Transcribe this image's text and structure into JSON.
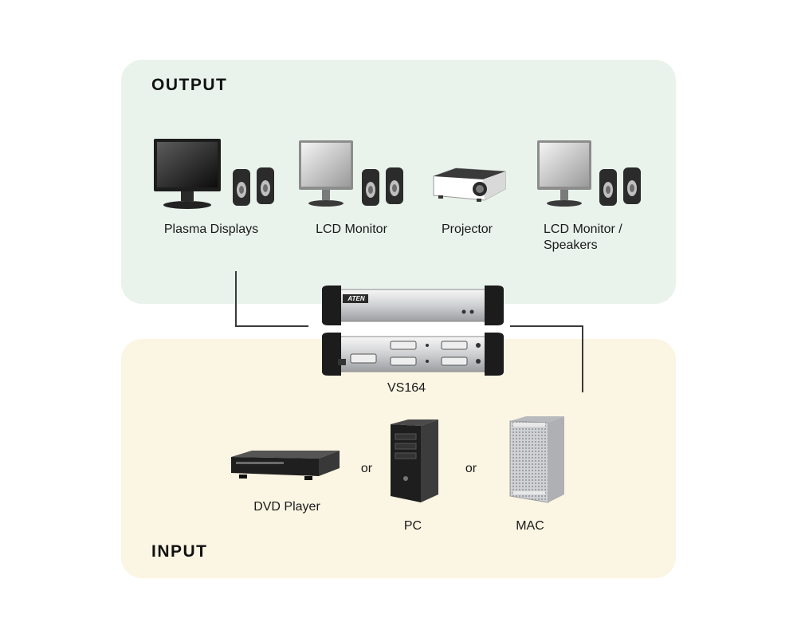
{
  "output": {
    "heading": "OUTPUT",
    "devices": [
      {
        "label": "Plasma Displays"
      },
      {
        "label": "LCD Monitor"
      },
      {
        "label": "Projector"
      },
      {
        "label_line1": "LCD Monitor /",
        "label_line2": "Speakers"
      }
    ]
  },
  "switch": {
    "brand": "ATEN",
    "model": "VS164"
  },
  "input": {
    "heading": "INPUT",
    "devices": [
      {
        "label": "DVD Player"
      },
      {
        "label": "PC"
      },
      {
        "label": "MAC"
      }
    ],
    "separator": "or"
  },
  "colors": {
    "output_panel": "#e9f3ec",
    "input_panel": "#fbf5e3",
    "connector_line": "#3a3a3a"
  }
}
